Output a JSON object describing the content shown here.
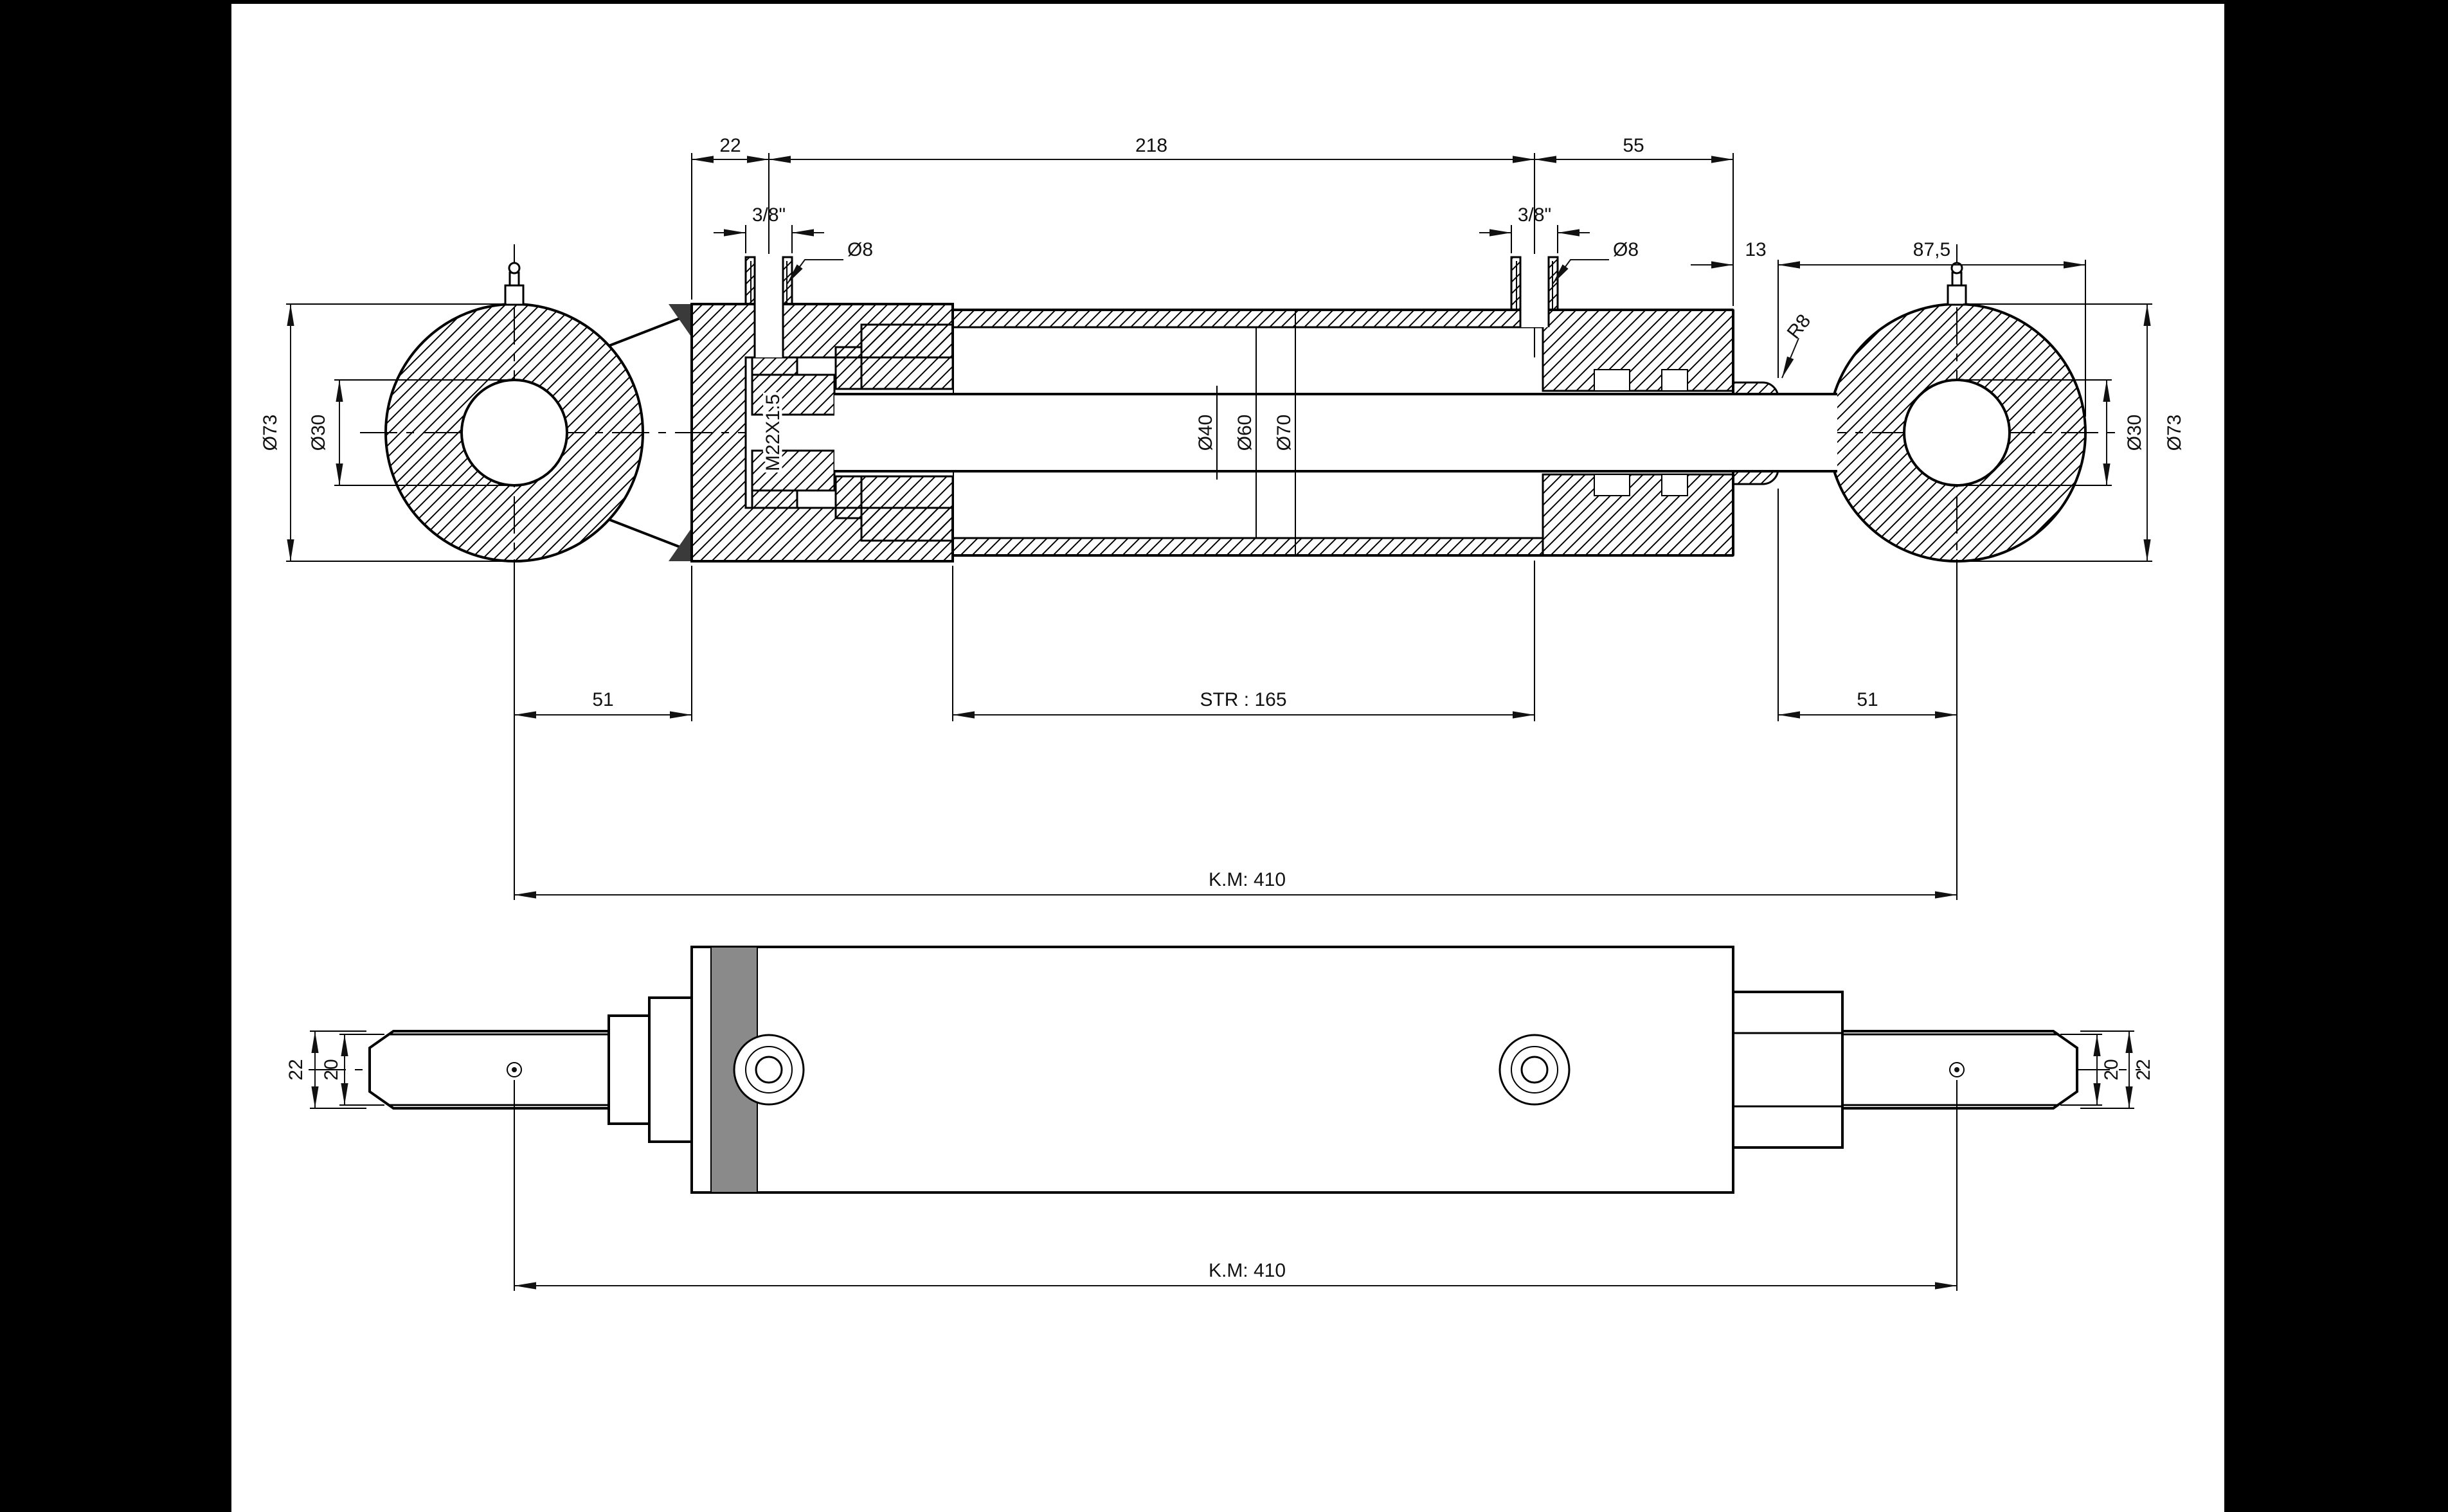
{
  "top_view": {
    "dim_22": "22",
    "dim_218": "218",
    "dim_55": "55",
    "port_left_thread": "3/8\"",
    "port_left_hole": "Ø8",
    "port_right_thread": "3/8\"",
    "port_right_hole": "Ø8",
    "dim_13": "13",
    "dim_87_5": "87,5",
    "left_eye_outer_dia": "Ø73",
    "left_eye_bore_dia": "Ø30",
    "gland_thread": "M22X1.5",
    "rod_dia": "Ø40",
    "bore_dia": "Ø60",
    "barrel_od": "Ø70",
    "collar_radius": "R8",
    "right_eye_bore_dia": "Ø30",
    "right_eye_outer_dia": "Ø73",
    "dim_51_left": "51",
    "stroke_dim": "STR : 165",
    "dim_51_right": "51",
    "closed_length": "K.M: 410"
  },
  "bottom_view": {
    "dim_22_left": "22",
    "dim_20_left": "20",
    "dim_20_right": "20",
    "dim_22_right": "22",
    "closed_length": "K.M: 410"
  }
}
